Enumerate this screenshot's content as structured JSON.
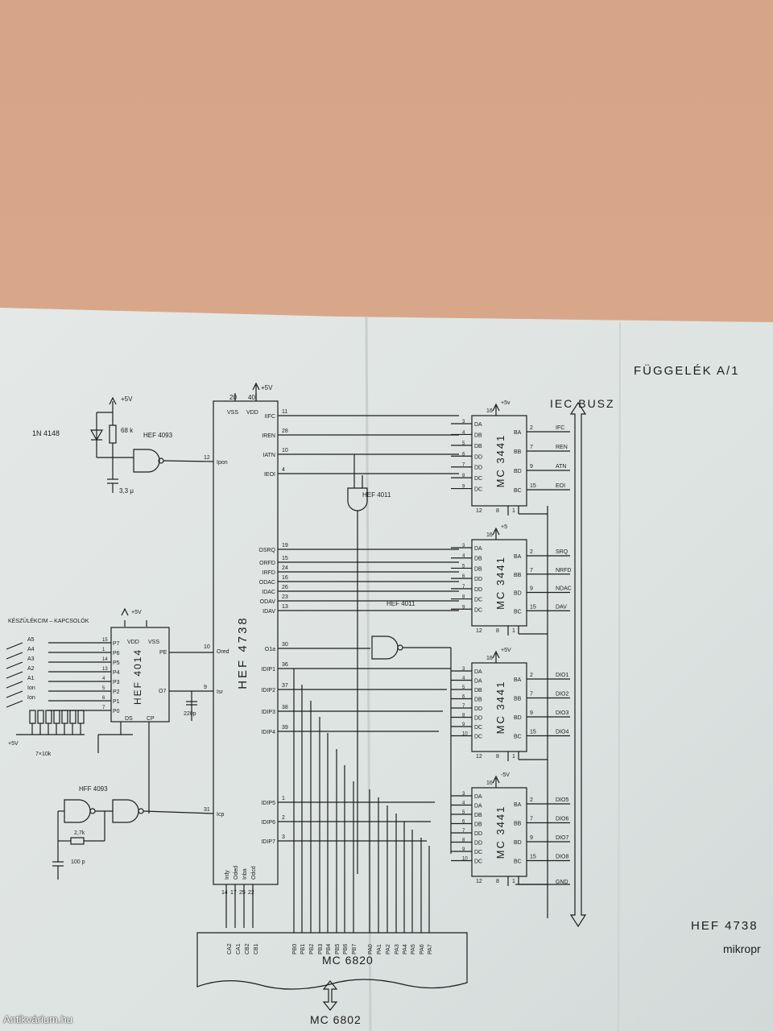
{
  "colors": {
    "wall": "#d8a98b",
    "paper": "#dfe5e3",
    "ink": "#1d1d1d"
  },
  "header": {
    "title": "FÜGGELÉK A/1",
    "bus_label": "IEC BUSZ"
  },
  "footer": {
    "chip_title": "HEF 4738",
    "chip_sub": "mikropr",
    "host_cpu": "MC 6802"
  },
  "parts": {
    "diode": "1N 4148",
    "resistor": "68 k",
    "schmitt_top": "HEF 4093",
    "cap_top": "3,3 μ",
    "vcc": "+5V",
    "switches_label": "KÉSZÜLÉKCIM – KAPCSOLÓK",
    "shift_reg": "HEF 4014",
    "resnet": "7×10k",
    "osc_gate": "HFF 4093",
    "osc_r": "2,7k",
    "osc_c": "100 p",
    "cap_220": "220p",
    "main_chip": "HEF 4738",
    "nand_a": "HEF 4011",
    "nand_b": "HEF 4011",
    "pia": "MC 6820",
    "minus5": "-5V"
  },
  "transceiver_name": "MC 3441",
  "transceivers": [
    {
      "vcc": "+5v",
      "inputs": [
        "DA",
        "DB",
        "DB",
        "DD",
        "DD",
        "DC",
        "DC"
      ],
      "outputs": [
        "BA",
        "BB",
        "BD",
        "BC"
      ],
      "signals": [
        "IFC",
        "REN",
        "ATN",
        "EOI"
      ]
    },
    {
      "vcc": "+5",
      "inputs": [
        "DA",
        "DB",
        "DB",
        "DD",
        "DD",
        "DC",
        "DC"
      ],
      "outputs": [
        "BA",
        "BB",
        "BD",
        "BC"
      ],
      "signals": [
        "SRQ",
        "NRFD",
        "NDAC",
        "DAV"
      ]
    },
    {
      "vcc": "+5V",
      "inputs": [
        "DA",
        "DA",
        "DB",
        "DB",
        "DD",
        "DD",
        "DC",
        "DC"
      ],
      "outputs": [
        "BA",
        "BB",
        "BD",
        "BC"
      ],
      "signals": [
        "DIO1",
        "DIO2",
        "DIO3",
        "DIO4"
      ]
    },
    {
      "vcc": "-5V",
      "inputs": [
        "DA",
        "DA",
        "DB",
        "DB",
        "DD",
        "DD",
        "DC",
        "DC"
      ],
      "outputs": [
        "BA",
        "BB",
        "BD",
        "BC"
      ],
      "signals": [
        "DIO5",
        "DIO6",
        "DIO7",
        "DIO8"
      ]
    }
  ],
  "gnd_label": "GND",
  "hef4738_left": [
    "Ipon",
    "Ored",
    "Isr",
    "Icp"
  ],
  "hef4738_right": [
    "IIFC",
    "IREN",
    "IATN",
    "IEOI",
    "OSRQ",
    "ORFD",
    "IRFD",
    "ODAC",
    "IDAC",
    "ODAV",
    "IDAV",
    "O1a",
    "IDIP1",
    "IDIP2",
    "IDIP3",
    "IDIP4",
    "IDIP5",
    "IDIP6",
    "IDIP7"
  ],
  "hef4738_bottom": [
    "Irdy",
    "Oded",
    "Inba",
    "Odcd"
  ],
  "hef4014_pins": [
    "P7",
    "P6",
    "P5",
    "P4",
    "P3",
    "P2",
    "P1",
    "P0"
  ],
  "switches": [
    "A5",
    "A4",
    "A3",
    "A2",
    "A1",
    "Ion",
    "Ion"
  ],
  "pia_ports": [
    "CA2",
    "CA1",
    "CB2",
    "CB1",
    "PB0",
    "PB1",
    "PB2",
    "PB3",
    "PB4",
    "PB5",
    "PB6",
    "PB7",
    "PA0",
    "PA1",
    "PA2",
    "PA3",
    "PA4",
    "PA5",
    "PA6",
    "PA7"
  ],
  "watermark": "Antikvárium.hu"
}
